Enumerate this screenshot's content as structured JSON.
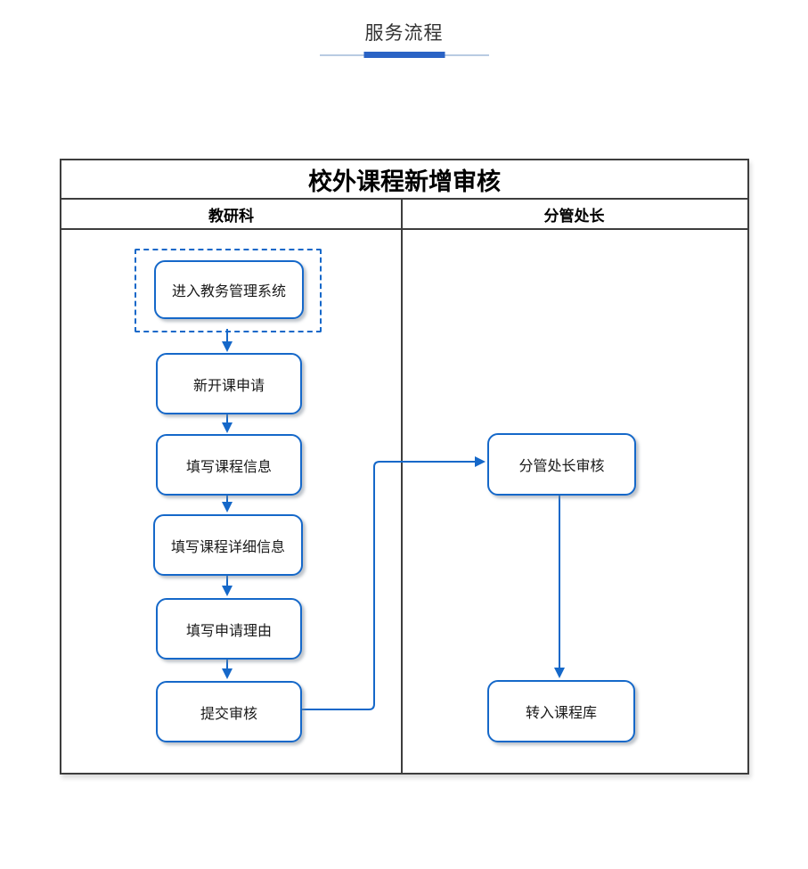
{
  "page": {
    "title": "服务流程"
  },
  "flowchart": {
    "title": "校外课程新增审核",
    "columns": [
      {
        "label": "教研科"
      },
      {
        "label": "分管处长"
      }
    ],
    "left_steps": [
      "进入教务管理系统",
      "新开课申请",
      "填写课程信息",
      "填写课程详细信息",
      "填写申请理由",
      "提交审核"
    ],
    "right_steps": [
      "分管处长审核",
      "转入课程库"
    ],
    "entry_step": "进入教务管理系统",
    "edges": [
      {
        "from": "进入教务管理系统",
        "to": "新开课申请"
      },
      {
        "from": "新开课申请",
        "to": "填写课程信息"
      },
      {
        "from": "填写课程信息",
        "to": "填写课程详细信息"
      },
      {
        "from": "填写课程详细信息",
        "to": "填写申请理由"
      },
      {
        "from": "填写申请理由",
        "to": "提交审核"
      },
      {
        "from": "提交审核",
        "to": "分管处长审核"
      },
      {
        "from": "分管处长审核",
        "to": "转入课程库"
      }
    ]
  },
  "colors": {
    "accent_blue": "#1568C9",
    "underline_bar": "#2A63C5",
    "underline_rule": "#B9CBE2",
    "frame_border": "#3D3D3D",
    "node_text": "#1A1A1A",
    "page_title_text": "#333333"
  }
}
